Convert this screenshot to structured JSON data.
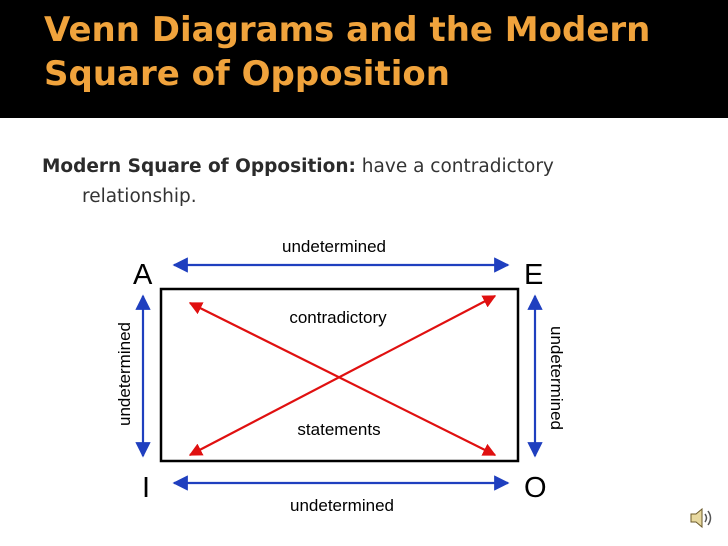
{
  "slide": {
    "title_line1": "Venn Diagrams and the Modern",
    "title_line2": "Square of Opposition",
    "body_label": "Modern Square of Opposition:",
    "body_rest": " have a contradictory",
    "body_line2": "relationship."
  },
  "diagram": {
    "corner_A": "A",
    "corner_E": "E",
    "corner_I": "I",
    "corner_O": "O",
    "top_label": "undetermined",
    "bottom_label": "undetermined",
    "left_label": "undetermined",
    "right_label": "undetermined",
    "center_top_label": "contradictory",
    "center_bottom_label": "statements",
    "colors": {
      "relation_arrows": "#1f3fbf",
      "contradictory_arrows": "#e01010",
      "box": "#000000",
      "title": "#f0a33c"
    }
  },
  "icons": {
    "audio": "speaker-icon"
  }
}
